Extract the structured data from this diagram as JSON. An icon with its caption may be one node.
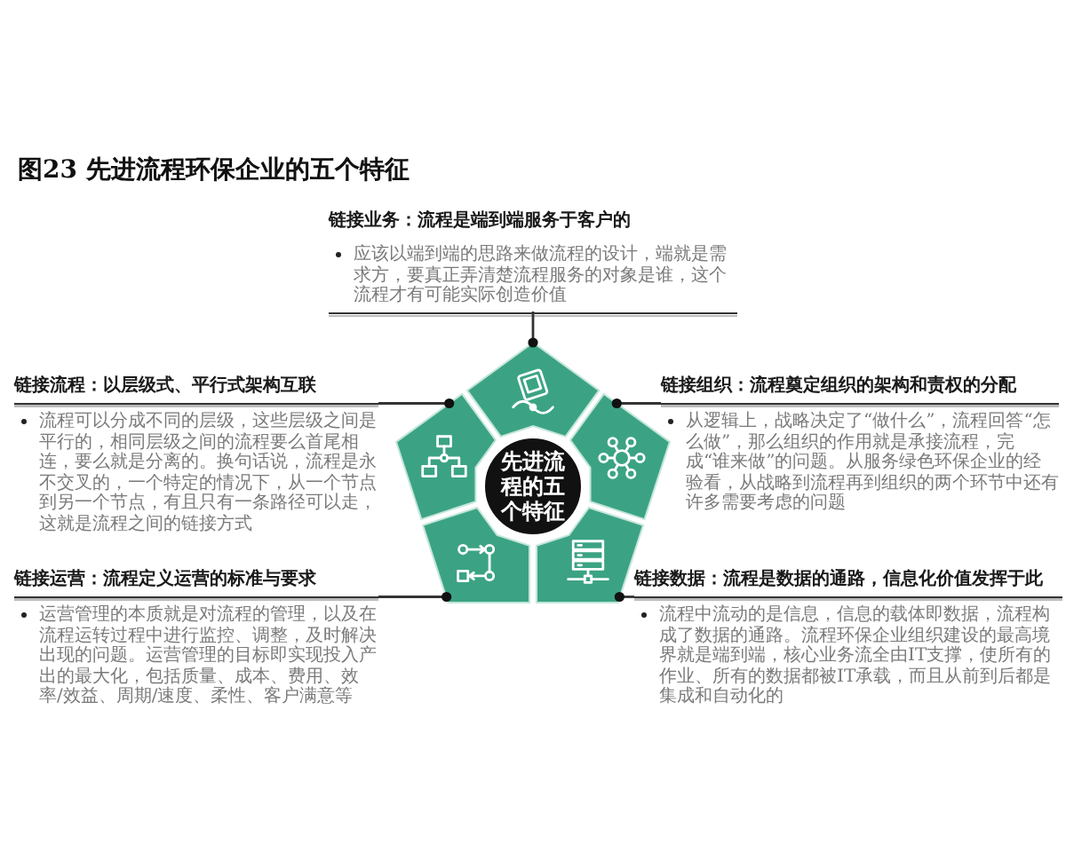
{
  "diagram": {
    "title": "图23 先进流程环保企业的五个特征",
    "nodes": [
      {
        "text": [
          "链接业务：流程是端到端服务于客户的",
          "应该以端到端的思路来做流程的设计，端就是需求方，要真正弄清楚流程服务的对象是谁，这个流程才有可能实际创造价值"
        ]
      },
      {
        "text": [
          "链接流程：以层级式、平行式架构互联",
          "流程可以分成不同的层级，这些层级之间是平行的，相同层级之间的流程要么首尾相连，要么就是分离的。换句话说，流程是永不交叉的，一个特定的情况下，从一个节点到另一个节点，有且只有一条路径可以走，这就是流程之间的链接方式"
        ]
      },
      {
        "text": [
          "链接组织：流程奠定组织的架构和责权的分配",
          "从逻辑上，战略决定了“做什么”，流程回答“怎么做”，那么组织的作用就是承接流程，完成“谁来做”的问题。从服务绿色环保企业的经验看，从战略到流程再到组织的两个环节中还有许多需要考虑的问题"
        ]
      },
      {
        "text": [
          "链接运营：流程定义运营的标准与要求",
          "运营管理的本质就是对流程的管理，以及在流程运转过程中进行监控、调整，及时解决出现的问题。运营管理的目标即实现投入产出的最大化，包括质量、成本、费用、效率/效益、周期/速度、柔性、客户满意等"
        ]
      },
      {
        "text": [
          "链接数据：流程是数据的通路，信息化价值发挥于此",
          "流程中流动的是信息，信息的载体即数据，流程构成了数据的通路。流程环保企业组织建设的最高境界就是端到端，核心业务流全由IT支撑，使所有的作业、所有的数据都被IT承载，而且从前到后都是集成和自动化的"
        ]
      },
      {
        "text": [],
        "shape": "pentagon"
      },
      {
        "text": [],
        "shape": "pentagon"
      },
      {
        "text": [],
        "shape": "pentagon"
      },
      {
        "text": [],
        "shape": "pentagon"
      },
      {
        "text": [],
        "shape": "pentagon"
      },
      {
        "text": [
          "先进流程的五个特征"
        ]
      }
    ],
    "edges": [
      {
        "from": 0,
        "to": 5,
        "arrow": "other"
      },
      {
        "from": 1,
        "to": 6,
        "arrow": "other"
      },
      {
        "from": 2,
        "to": 7,
        "arrow": "other"
      },
      {
        "from": 3,
        "to": 8,
        "arrow": "other"
      },
      {
        "from": 4,
        "to": 9,
        "arrow": "other"
      }
    ]
  }
}
